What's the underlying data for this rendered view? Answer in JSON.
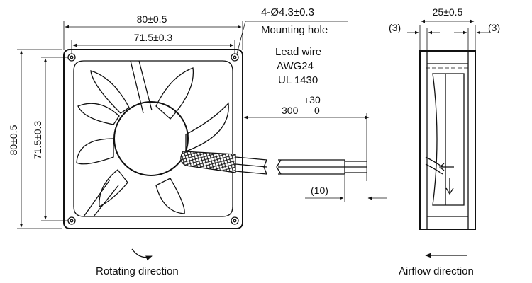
{
  "front_view": {
    "dim_width_outer": "80±0.5",
    "dim_width_hole": "71.5±0.3",
    "dim_height_outer": "80±0.5",
    "dim_height_hole": "71.5±0.3",
    "mounting_hole_spec": "4-Ø4.3±0.3",
    "mounting_hole_label": "Mounting hole",
    "rotating_direction_label": "Rotating direction"
  },
  "lead_wire": {
    "title": "Lead wire",
    "gauge": "AWG24",
    "standard": "UL 1430",
    "length": "300",
    "tolerance_upper": "+30",
    "tolerance_lower": "0",
    "strip_length": "(10)"
  },
  "side_view": {
    "dim_depth": "25±0.5",
    "dim_flange_left": "(3)",
    "dim_flange_right": "(3)",
    "airflow_direction_label": "Airflow direction"
  }
}
